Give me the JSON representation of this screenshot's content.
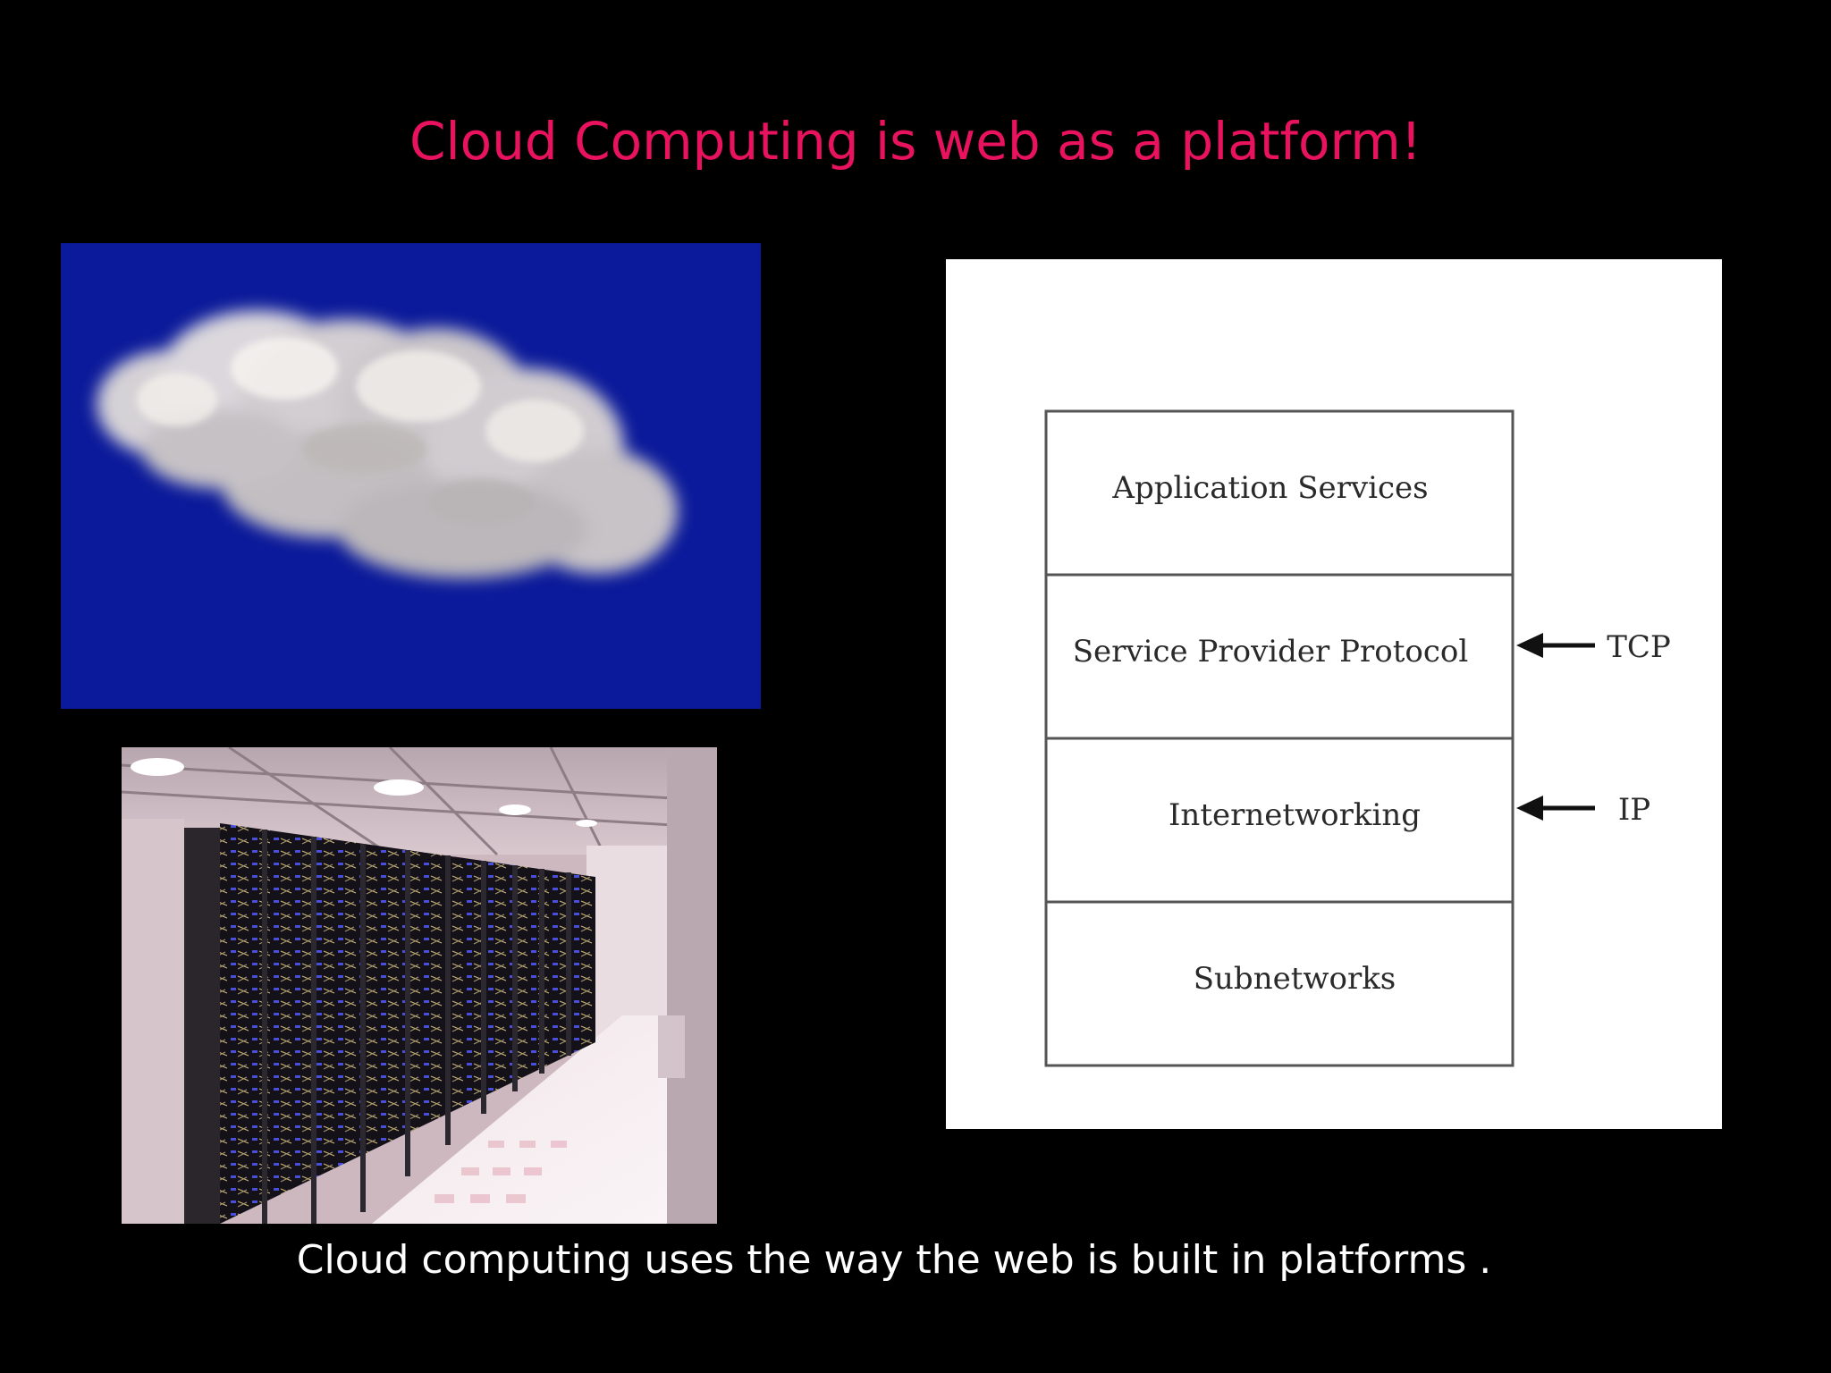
{
  "slide": {
    "title": "Cloud Computing is web as a platform!",
    "caption": "Cloud computing uses the way the web is built in platforms .",
    "colors": {
      "background": "#000000",
      "title": "#e8125e",
      "caption": "#ffffff",
      "sky": "#0b1a9a"
    }
  },
  "images": {
    "cloud": {
      "icon": "cloud-photo"
    },
    "datacenter": {
      "icon": "server-racks-photo"
    }
  },
  "diagram": {
    "layers": [
      {
        "label": "Application Services"
      },
      {
        "label": "Service Provider Protocol",
        "arrow_label": "TCP"
      },
      {
        "label": "Internetworking",
        "arrow_label": "IP"
      },
      {
        "label": "Subnetworks"
      }
    ]
  }
}
